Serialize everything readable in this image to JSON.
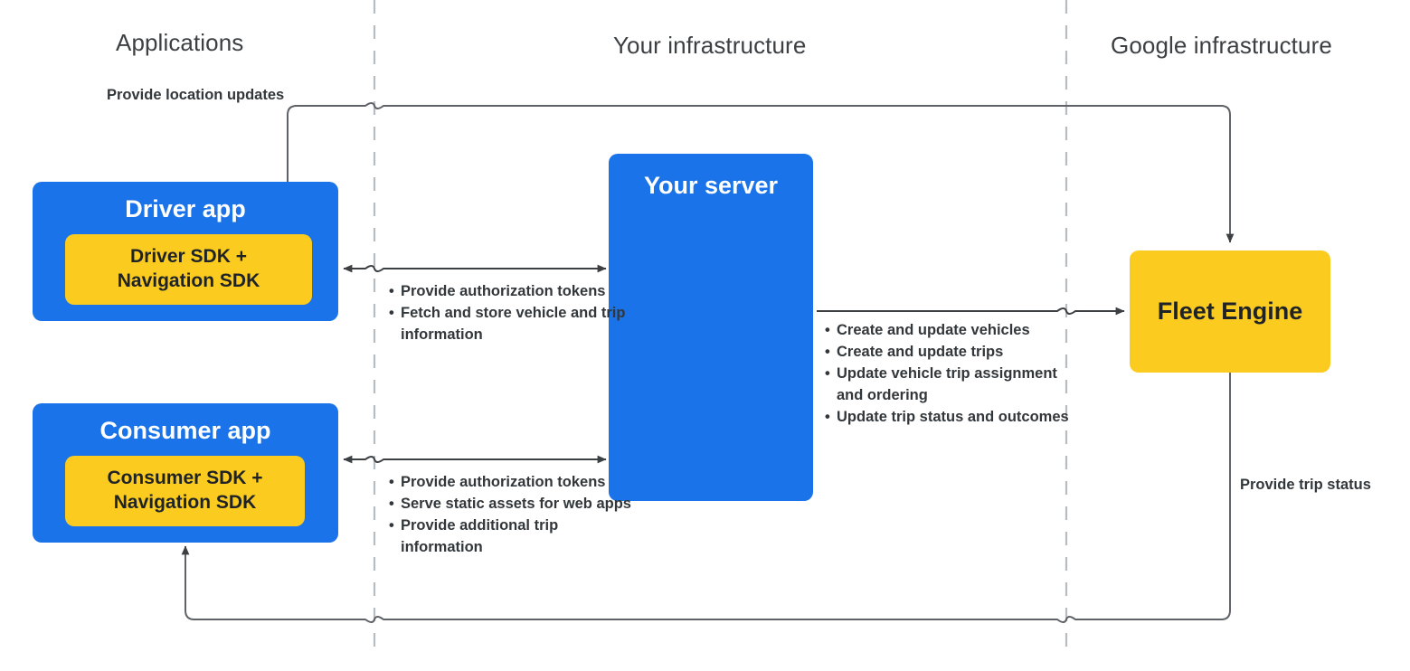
{
  "zones": [
    {
      "id": "applications",
      "label": "Applications"
    },
    {
      "id": "your-infrastructure",
      "label": "Your infrastructure"
    },
    {
      "id": "google-infrastructure",
      "label": "Google infrastructure"
    }
  ],
  "nodes": {
    "driver_app": {
      "title": "Driver app",
      "sdk": "Driver SDK +\nNavigation SDK"
    },
    "consumer_app": {
      "title": "Consumer app",
      "sdk": "Consumer SDK +\nNavigation SDK"
    },
    "your_server": {
      "title": "Your server"
    },
    "fleet_engine": {
      "title": "Fleet Engine"
    }
  },
  "edges": {
    "location_updates": {
      "label": "Provide location updates"
    },
    "trip_status": {
      "label": "Provide trip status"
    },
    "driver_server": {
      "bullets": [
        "Provide authorization tokens",
        "Fetch and store vehicle and trip information"
      ]
    },
    "consumer_server": {
      "bullets": [
        "Provide authorization tokens",
        "Serve static assets for web apps",
        "Provide additional trip information"
      ]
    },
    "server_fleet": {
      "bullets": [
        "Create and update vehicles",
        "Create and update trips",
        "Update vehicle trip assignment and ordering",
        "Update trip status and outcomes"
      ]
    }
  },
  "colors": {
    "app_blue": "#1a73e8",
    "sdk_yellow": "#fbcb1f",
    "text_dark": "#32373b",
    "zone_title": "#3c4043",
    "divider": "#b7bcc0",
    "connector": "#5f6368"
  }
}
